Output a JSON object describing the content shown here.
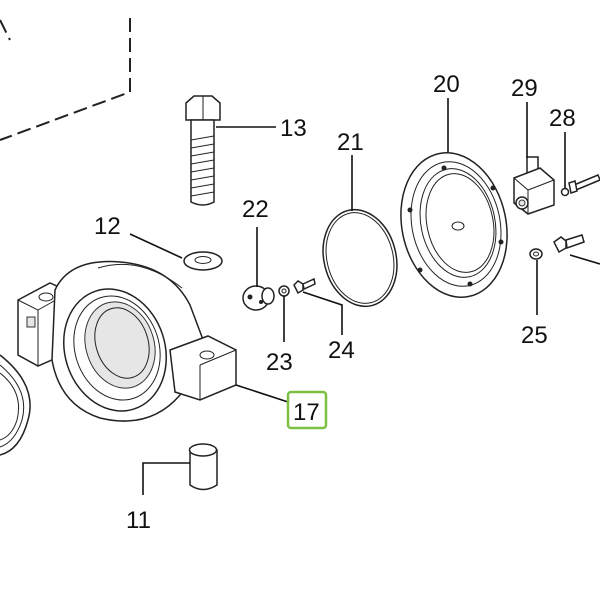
{
  "diagram": {
    "highlight_color": "#7ac143",
    "highlighted_part": "17",
    "callouts": {
      "c11": "11",
      "c12": "12",
      "c13": "13",
      "c17": "17",
      "c20": "20",
      "c21": "21",
      "c22": "22",
      "c23": "23",
      "c24": "24",
      "c25": "25",
      "c28": "28",
      "c29": "29"
    }
  }
}
